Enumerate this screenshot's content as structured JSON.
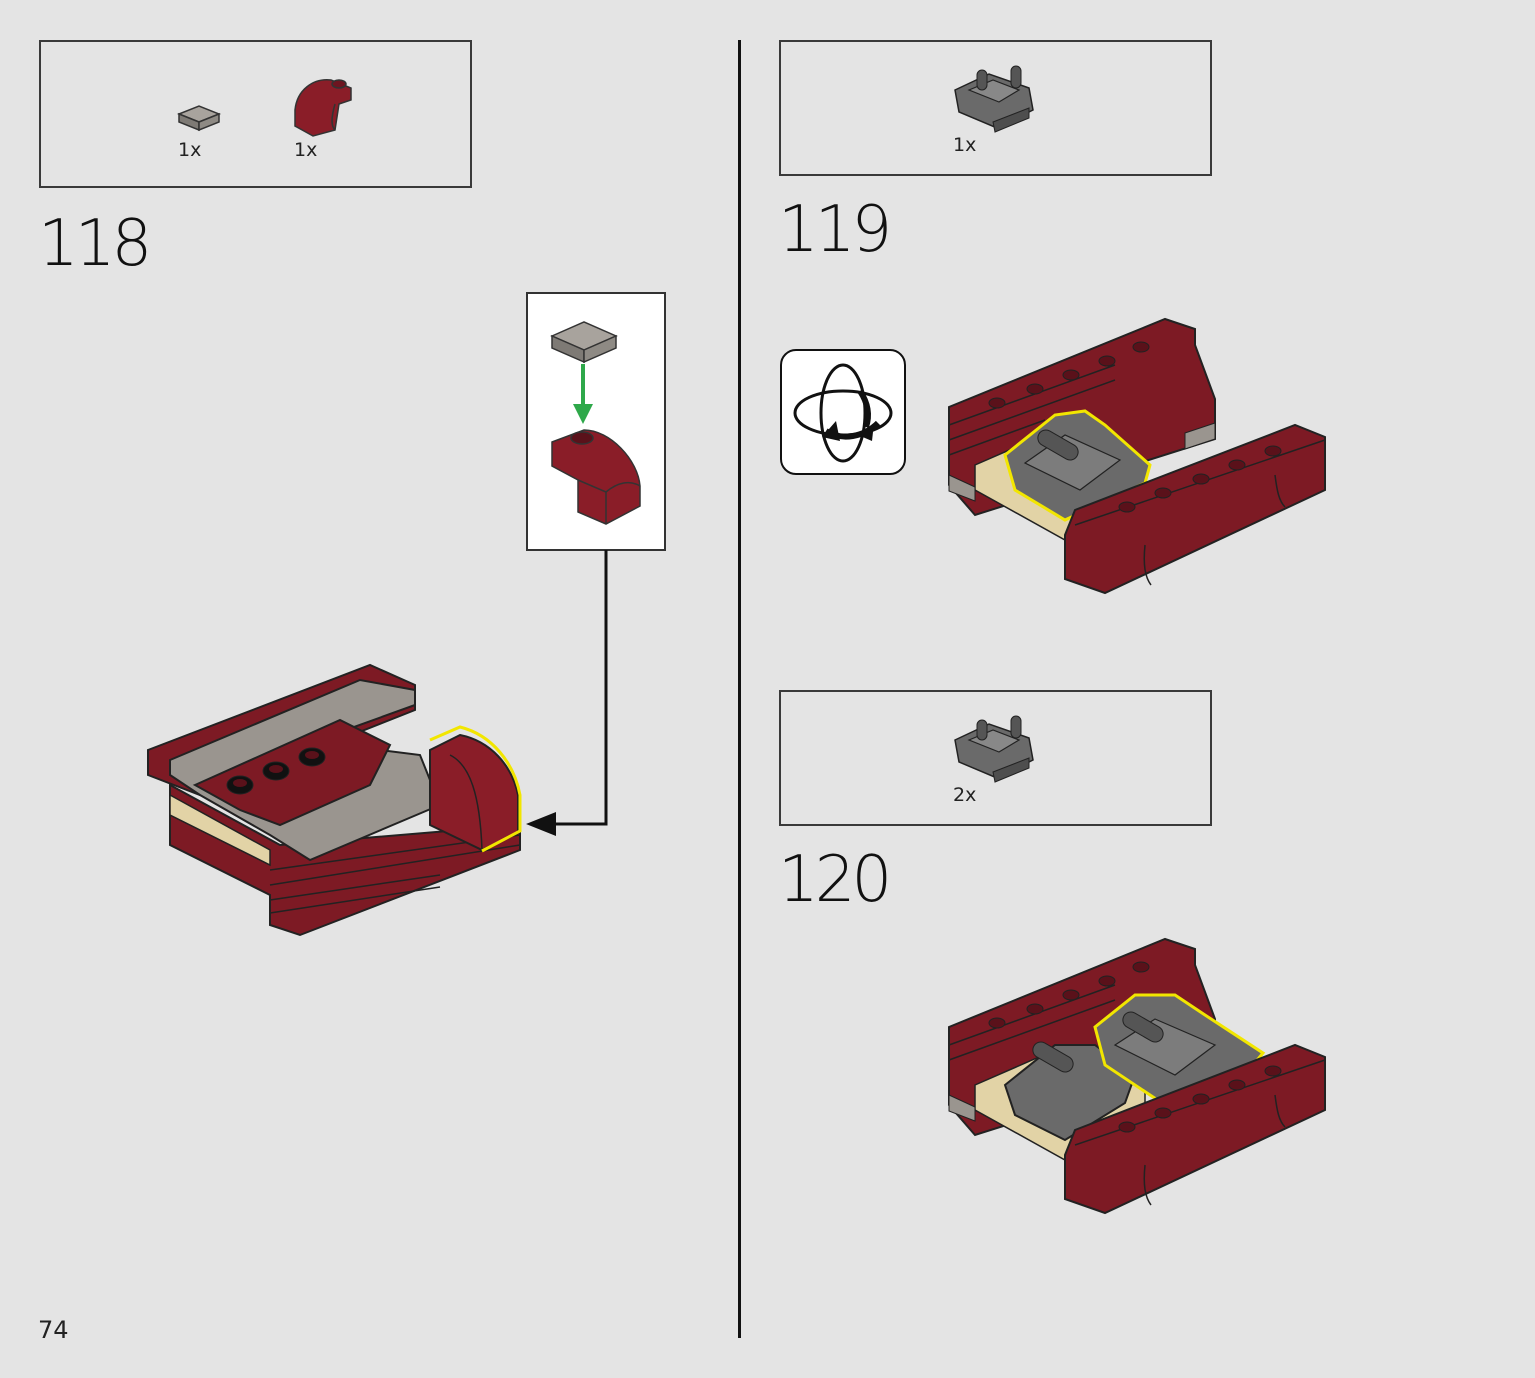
{
  "page_number": "74",
  "colors": {
    "background": "#e4e4e4",
    "dark_red": "#7d1a24",
    "dark_red_light": "#9a2330",
    "tan": "#e2d3a6",
    "grey": "#9a958f",
    "dark_grey": "#6a6a6a",
    "highlight": "#f2e600",
    "arrow_green": "#2ea84a"
  },
  "steps": [
    {
      "number": "118",
      "parts": [
        {
          "qty": "1x",
          "icon": "flat-tile-1x1-grey-icon"
        },
        {
          "qty": "1x",
          "icon": "curved-slope-dark-red-icon"
        }
      ]
    },
    {
      "number": "119",
      "parts": [
        {
          "qty": "1x",
          "icon": "hinge-plate-dark-grey-icon"
        }
      ]
    },
    {
      "number": "120",
      "parts": [
        {
          "qty": "2x",
          "icon": "hinge-plate-dark-grey-icon"
        }
      ]
    }
  ]
}
